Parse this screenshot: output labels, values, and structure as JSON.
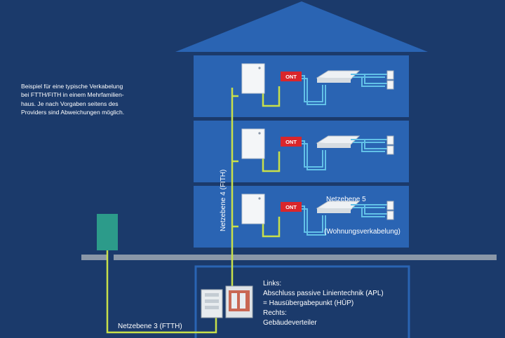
{
  "caption": {
    "lines": [
      "Beispiel für eine typische Verkabelung",
      "bei FTTH/FITH in einem Mehrfamilien-",
      "haus. Je nach Vorgaben seitens des",
      "Providers sind Abweichungen möglich."
    ]
  },
  "floors": [
    {
      "ont_label": "ONT"
    },
    {
      "ont_label": "ONT"
    },
    {
      "ont_label": "ONT"
    }
  ],
  "labels": {
    "netzebene4": "Netzebene 4  (FITH)",
    "netzebene5": "Netzebene 5",
    "wohnungsverkabelung": "(Wohnungsverkabelung)",
    "netzebene3": "Netzebene 3 (FTTH)"
  },
  "basement_text": [
    "Links:",
    "Abschluss passive Linientechnik (APL)",
    "= Hausübergabepunkt (HÜP)",
    "Rechts:",
    "Gebäudeverteiler"
  ],
  "colors": {
    "background": "#1b3a6b",
    "house": "#2a64b3",
    "fiber": "#c8e04a",
    "ethernet": "#62c1e8",
    "ont": "#d9262b",
    "street_box": "#2c9b8a",
    "ground": "#8a97a8"
  }
}
